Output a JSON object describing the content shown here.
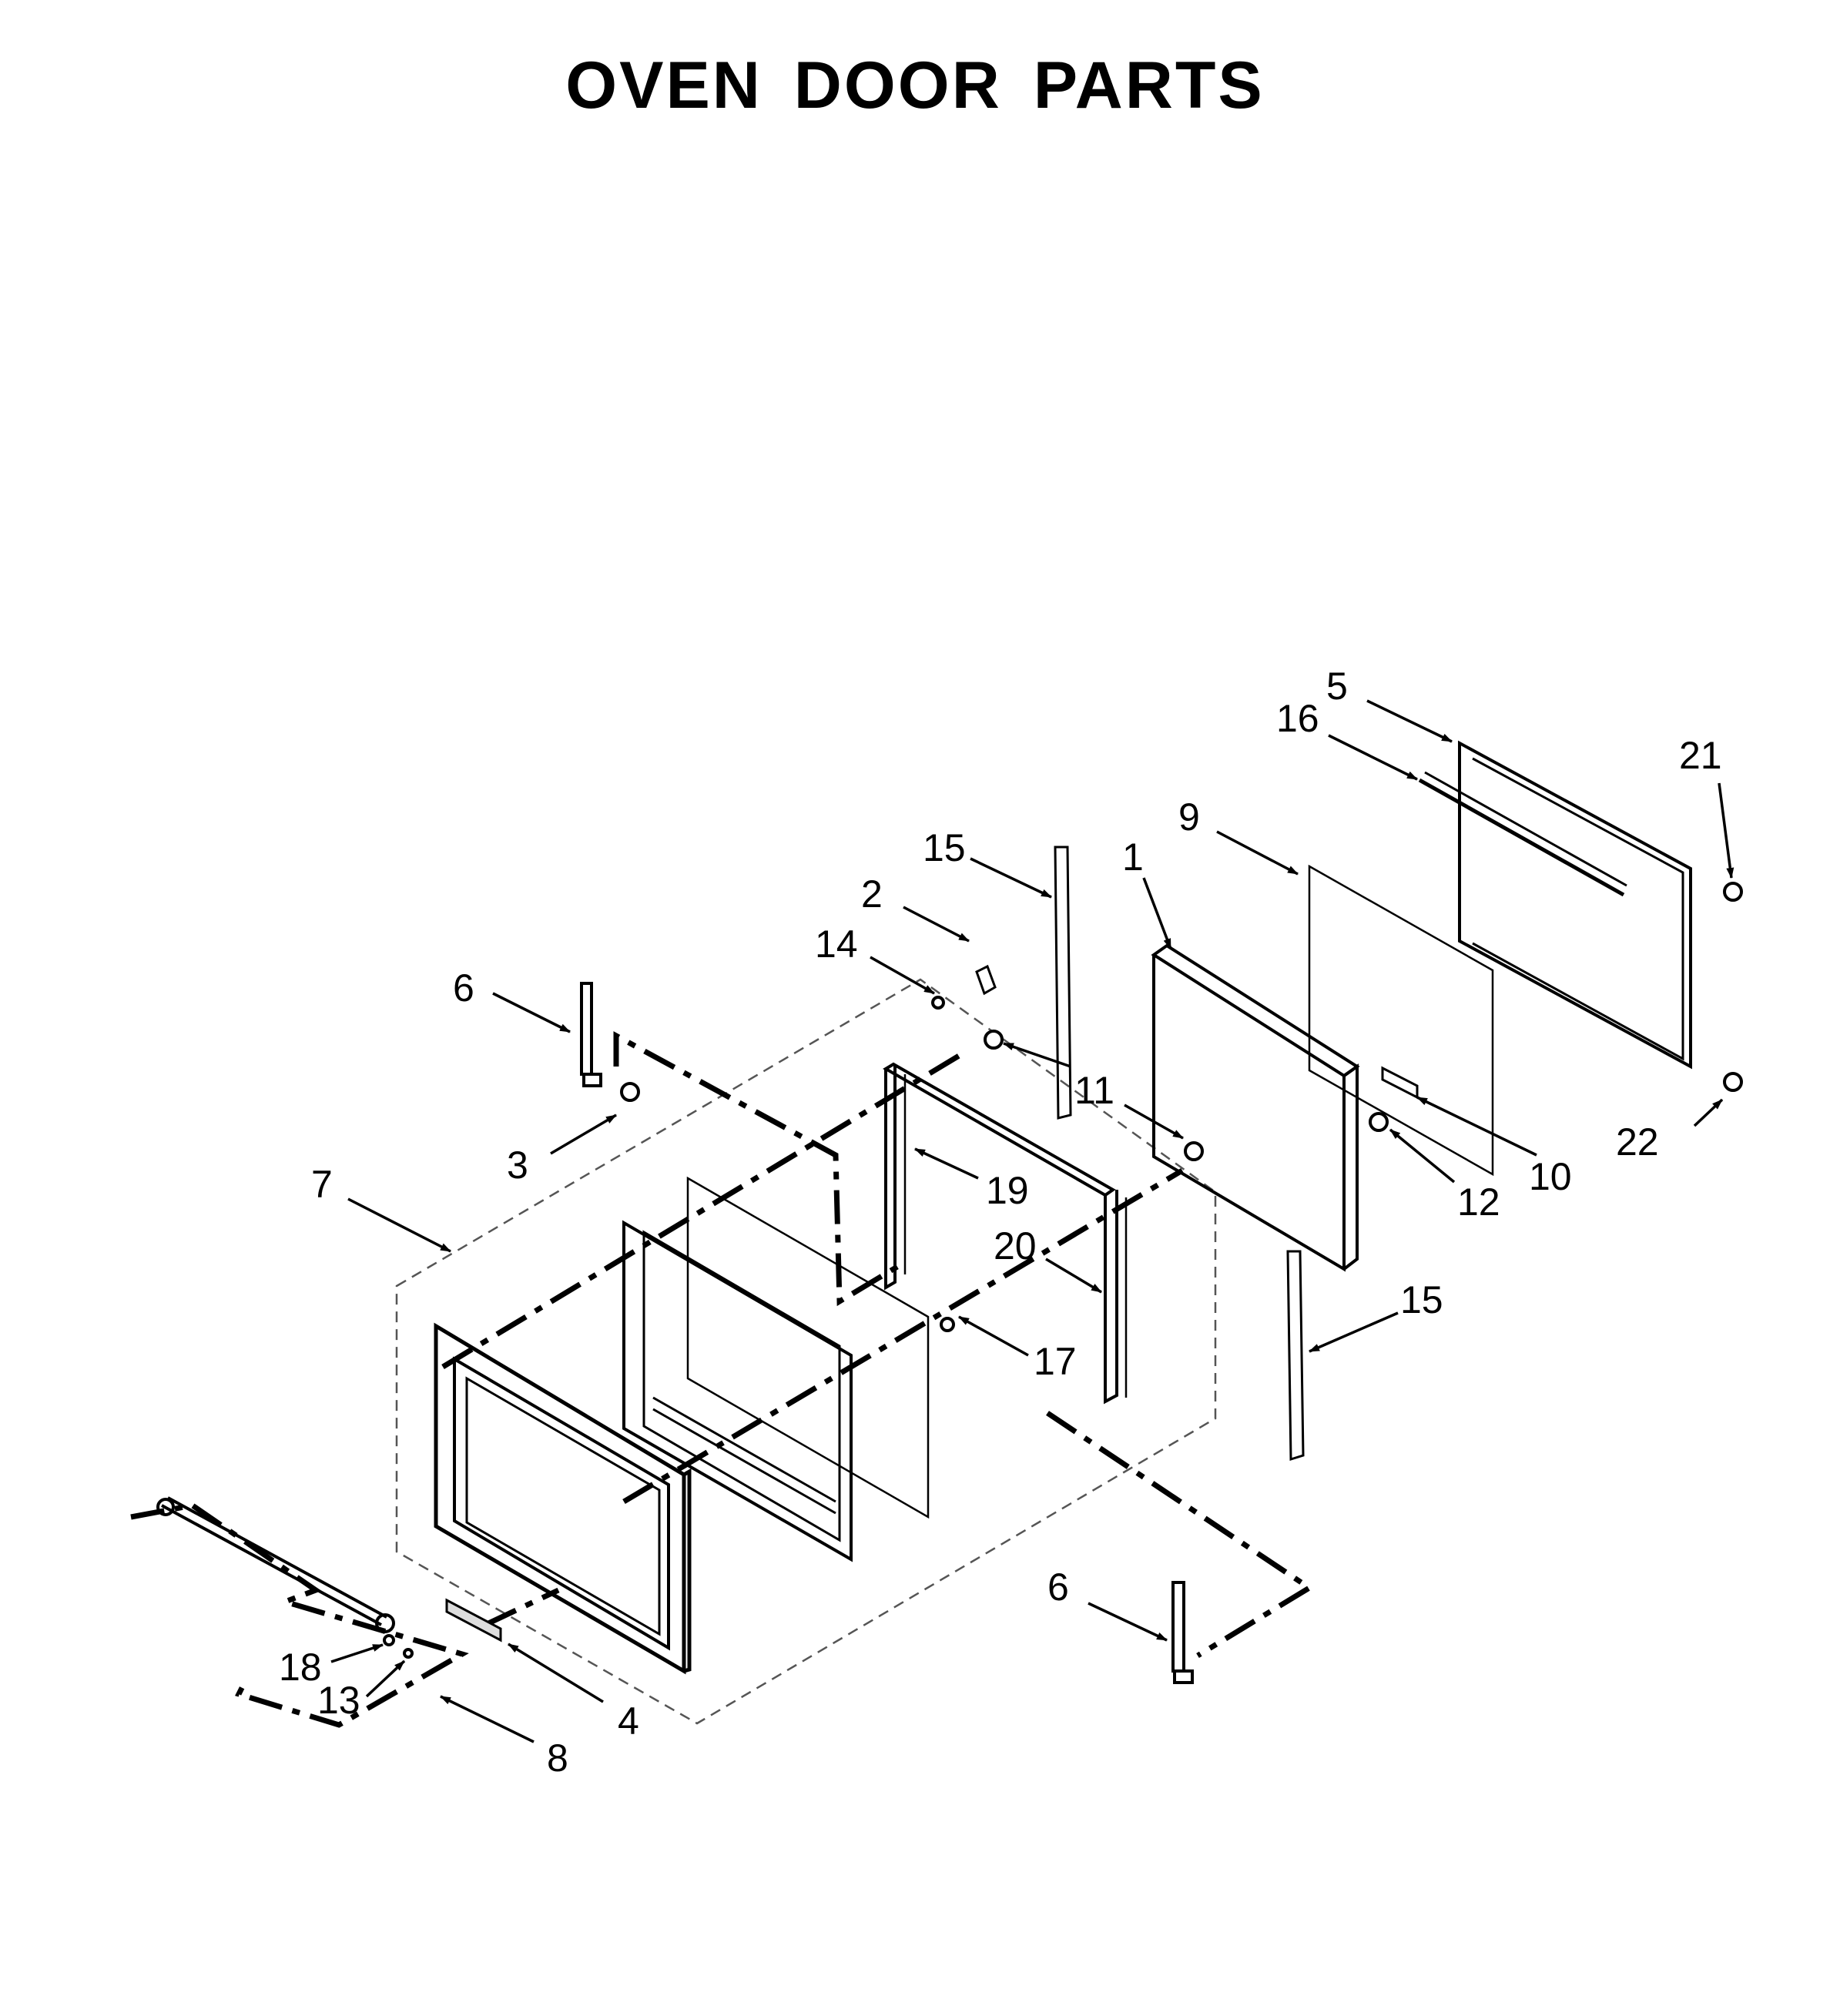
{
  "title": "OVEN DOOR PARTS",
  "callouts": [
    {
      "id": "c5a",
      "text": "5"
    },
    {
      "id": "c16",
      "text": "16"
    },
    {
      "id": "c21",
      "text": "21"
    },
    {
      "id": "c9",
      "text": "9"
    },
    {
      "id": "c1",
      "text": "1"
    },
    {
      "id": "c15a",
      "text": "15"
    },
    {
      "id": "c2",
      "text": "2"
    },
    {
      "id": "c14",
      "text": "14"
    },
    {
      "id": "c6a",
      "text": "6"
    },
    {
      "id": "c11",
      "text": "11"
    },
    {
      "id": "c3",
      "text": "3"
    },
    {
      "id": "c19",
      "text": "19"
    },
    {
      "id": "c7",
      "text": "7"
    },
    {
      "id": "c20",
      "text": "20"
    },
    {
      "id": "c10",
      "text": "10"
    },
    {
      "id": "c12",
      "text": "12"
    },
    {
      "id": "c22",
      "text": "22"
    },
    {
      "id": "c15b",
      "text": "15"
    },
    {
      "id": "c17",
      "text": "17"
    },
    {
      "id": "c6b",
      "text": "6"
    },
    {
      "id": "c18",
      "text": "18"
    },
    {
      "id": "c13",
      "text": "13"
    },
    {
      "id": "c4",
      "text": "4"
    },
    {
      "id": "c8",
      "text": "8"
    }
  ]
}
